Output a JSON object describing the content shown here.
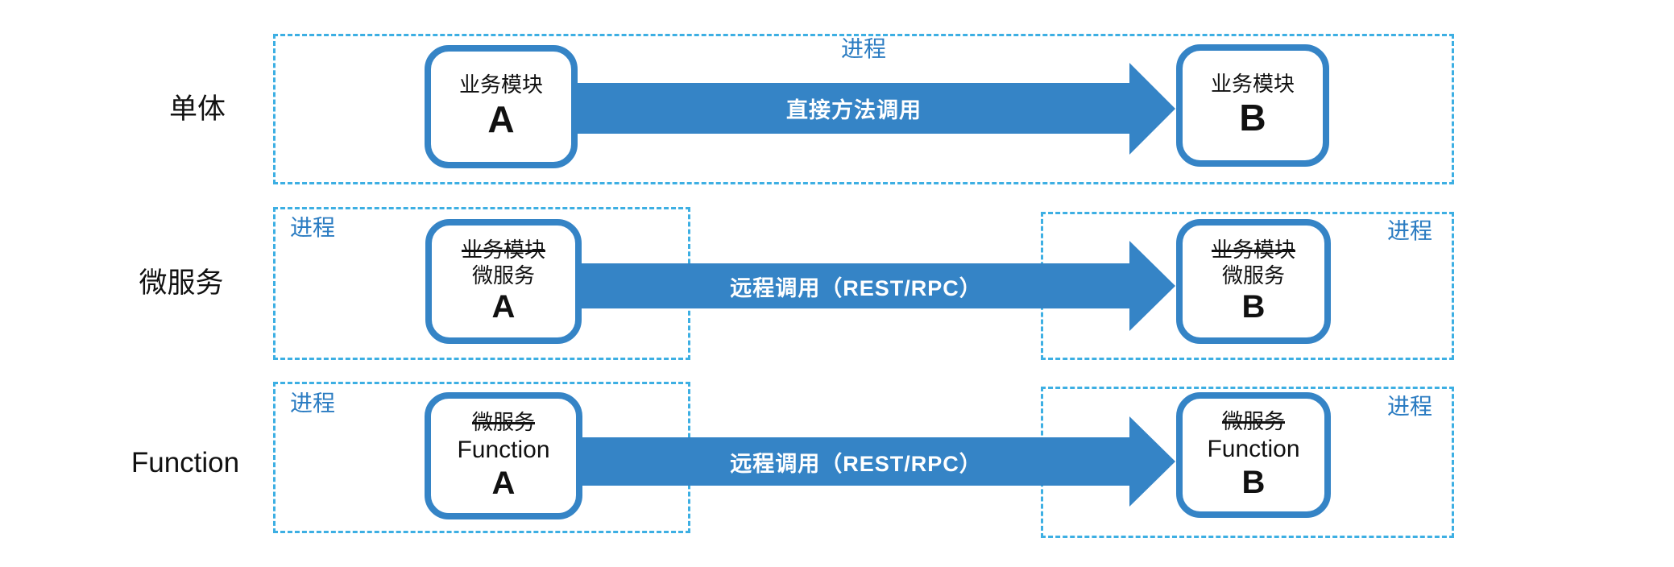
{
  "colors": {
    "accent_blue": "#3584c6",
    "dashed_border_blue": "#3dafe3",
    "process_label_blue": "#2b7cc2",
    "node_text_black": "#111111",
    "arrow_text_white": "#ffffff",
    "background_white": "#ffffff"
  },
  "row1": {
    "side_label": "单体",
    "process_label": "进程",
    "node_a": {
      "line1": "业务模块",
      "letter": "A"
    },
    "node_b": {
      "line1": "业务模块",
      "letter": "B"
    },
    "arrow_label": "直接方法调用"
  },
  "row2": {
    "side_label": "微服务",
    "left_process_label": "进程",
    "right_process_label": "进程",
    "node_a": {
      "strike": "业务模块",
      "line": "微服务",
      "letter": "A"
    },
    "node_b": {
      "strike": "业务模块",
      "line": "微服务",
      "letter": "B"
    },
    "arrow_label": "远程调用（REST/RPC）"
  },
  "row3": {
    "side_label": "Function",
    "left_process_label": "进程",
    "right_process_label": "进程",
    "node_a": {
      "strike": "微服务",
      "line": "Function",
      "letter": "A"
    },
    "node_b": {
      "strike": "微服务",
      "line": "Function",
      "letter": "B"
    },
    "arrow_label": "远程调用（REST/RPC）"
  }
}
